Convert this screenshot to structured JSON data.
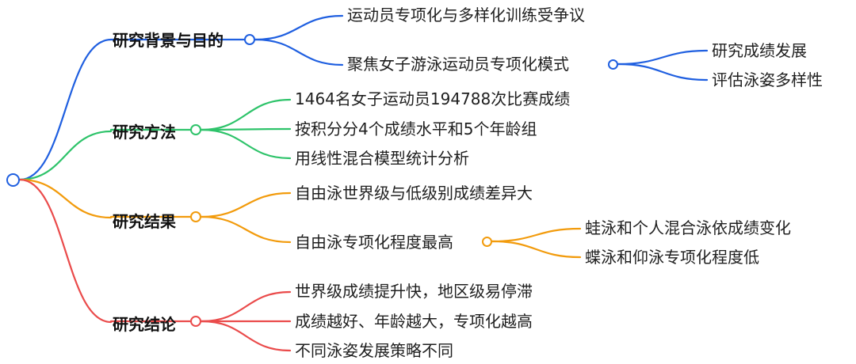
{
  "mindmap": {
    "branches": [
      {
        "label": "研究背景与目的",
        "color": "#1f5fe0",
        "children": [
          {
            "label": "运动员专项化与多样化训练受争议"
          },
          {
            "label": "聚焦女子游泳运动员专项化模式",
            "children": [
              {
                "label": "研究成绩发展"
              },
              {
                "label": "评估泳姿多样性"
              }
            ]
          }
        ]
      },
      {
        "label": "研究方法",
        "color": "#2ec36a",
        "children": [
          {
            "label": "1464名女子运动员194788次比赛成绩"
          },
          {
            "label": "按积分分4个成绩水平和5个年龄组"
          },
          {
            "label": "用线性混合模型统计分析"
          }
        ]
      },
      {
        "label": "研究结果",
        "color": "#f29b0c",
        "children": [
          {
            "label": "自由泳世界级与低级别成绩差异大"
          },
          {
            "label": "自由泳专项化程度最高",
            "children": [
              {
                "label": "蛙泳和个人混合泳依成绩变化"
              },
              {
                "label": "蝶泳和仰泳专项化程度低"
              }
            ]
          }
        ]
      },
      {
        "label": "研究结论",
        "color": "#ea4b4b",
        "children": [
          {
            "label": "世界级成绩提升快，地区级易停滞"
          },
          {
            "label": "成绩越好、年龄越大，专项化越高"
          },
          {
            "label": "不同泳姿发展策略不同"
          }
        ]
      }
    ]
  }
}
